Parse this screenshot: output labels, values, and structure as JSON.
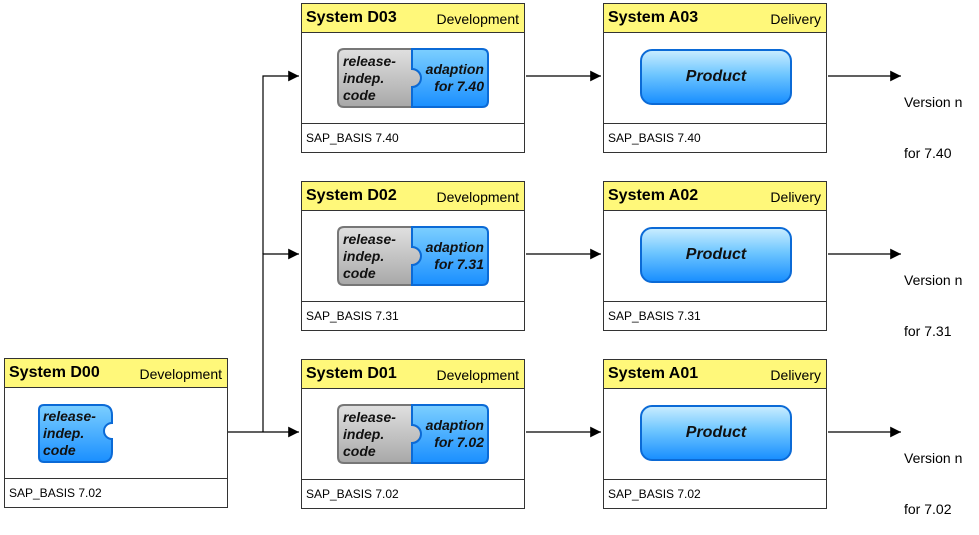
{
  "systems": {
    "d00": {
      "name": "System D00",
      "role": "Development",
      "basis": "SAP_BASIS 7.02",
      "release_code": [
        "release-",
        "indep.",
        "code"
      ]
    },
    "d01": {
      "name": "System D01",
      "role": "Development",
      "basis": "SAP_BASIS 7.02",
      "release_code": [
        "release-",
        "indep.",
        "code"
      ],
      "adaption": [
        "adaption",
        "for 7.02"
      ]
    },
    "d02": {
      "name": "System D02",
      "role": "Development",
      "basis": "SAP_BASIS 7.31",
      "release_code": [
        "release-",
        "indep.",
        "code"
      ],
      "adaption": [
        "adaption",
        "for 7.31"
      ]
    },
    "d03": {
      "name": "System D03",
      "role": "Development",
      "basis": "SAP_BASIS 7.40",
      "release_code": [
        "release-",
        "indep.",
        "code"
      ],
      "adaption": [
        "adaption",
        "for 7.40"
      ]
    },
    "a01": {
      "name": "System A01",
      "role": "Delivery",
      "basis": "SAP_BASIS 7.02",
      "product": "Product"
    },
    "a02": {
      "name": "System A02",
      "role": "Delivery",
      "basis": "SAP_BASIS 7.31",
      "product": "Product"
    },
    "a03": {
      "name": "System A03",
      "role": "Delivery",
      "basis": "SAP_BASIS 7.40",
      "product": "Product"
    }
  },
  "versions": {
    "v702": [
      "Version n",
      "for 7.02"
    ],
    "v731": [
      "Version n",
      "for 7.31"
    ],
    "v740": [
      "Version n",
      "for 7.40"
    ]
  },
  "colors": {
    "header_fill": "#fff87a",
    "blue_piece": "#1a8fff",
    "gray_piece": "#b8b8b8",
    "connector": "#000000"
  }
}
